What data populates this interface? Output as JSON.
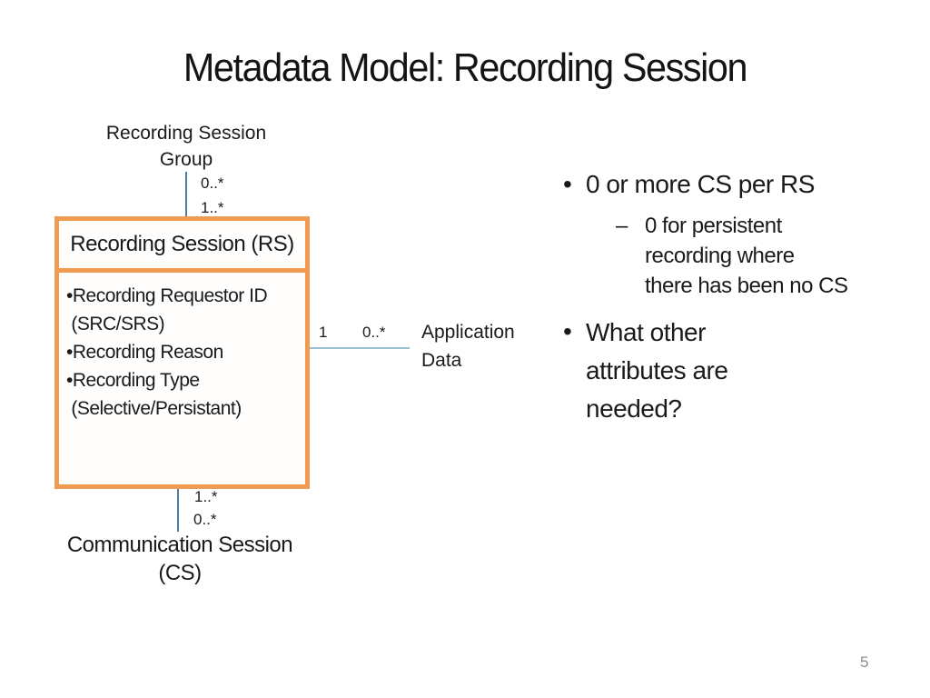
{
  "slide": {
    "title": "Metadata Model: Recording Session",
    "page_number": "5"
  },
  "diagram": {
    "group_label": "Recording Session Group",
    "top_multiplicities": [
      "0..*",
      "1..*"
    ],
    "class_box": {
      "header": "Recording Session (RS)",
      "attributes": [
        "•Recording Requestor ID",
        " (SRC/SRS)",
        "•Recording Reason",
        "•Recording Type",
        " (Selective/Persistant)"
      ]
    },
    "right_association": {
      "near_multiplicity": "1",
      "far_multiplicity": "0..*",
      "label": "Application Data"
    },
    "bottom_multiplicities": [
      "1..*",
      "0..*"
    ],
    "bottom_label": "Communication Session (CS)"
  },
  "notes": {
    "bullets": [
      {
        "marker": "•",
        "text": "0 or more CS per RS",
        "sub": {
          "marker": "–",
          "lines": [
            "0 for persistent",
            "recording where",
            "there has been no CS"
          ]
        }
      },
      {
        "marker": "•",
        "lines": [
          "What other",
          "attributes are",
          "needed?"
        ]
      }
    ]
  },
  "colors": {
    "box_border": "#F09B51",
    "connector": "#4E7CA2",
    "connector_light": "#9BBFD3",
    "text": "#1A1A1A",
    "page_number": "#8C8C8C"
  }
}
